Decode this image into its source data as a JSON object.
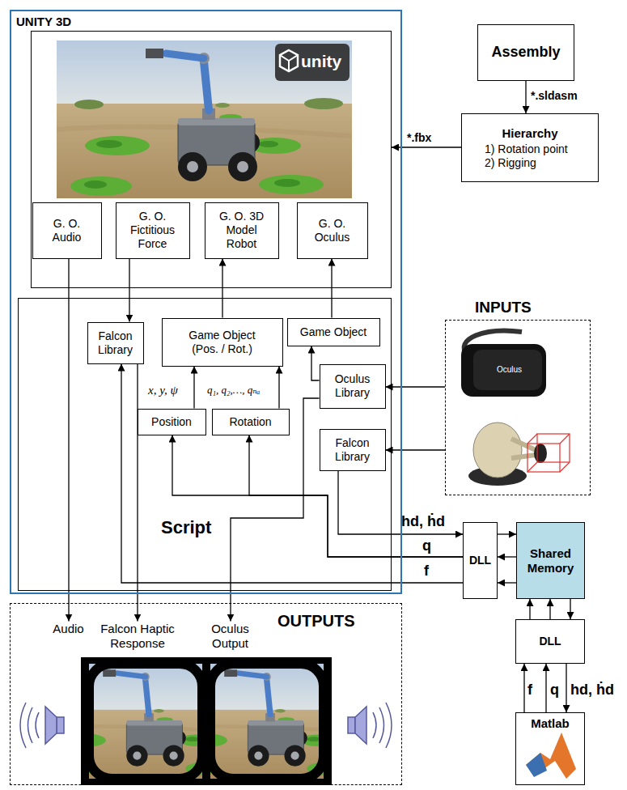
{
  "diagram": {
    "nodes": [
      {
        "text": [
          "UNITY 3D"
        ]
      },
      {
        "text": [],
        "in": 0
      },
      {
        "text": [
          "G. O. Audio"
        ],
        "in": 1
      },
      {
        "text": [
          "G. O. Fictitious Force"
        ],
        "in": 1
      },
      {
        "text": [
          "G. O. 3D Model Robot"
        ],
        "in": 1
      },
      {
        "text": [
          "G. O. Oculus"
        ],
        "in": 1
      },
      {
        "text": [
          "Script"
        ],
        "in": 0
      },
      {
        "text": [
          "Falcon Library"
        ],
        "in": 6
      },
      {
        "text": [
          "Game Object (Pos. / Rot.)"
        ],
        "in": 6
      },
      {
        "text": [
          "Game Object"
        ],
        "in": 6
      },
      {
        "text": [
          "Oculus Library"
        ],
        "in": 6
      },
      {
        "text": [
          "Position"
        ],
        "in": 6
      },
      {
        "text": [
          "Rotation"
        ],
        "in": 6
      },
      {
        "text": [
          "Falcon Library"
        ],
        "in": 6
      },
      {
        "text": [
          "Assembly"
        ]
      },
      {
        "text": [
          "Hierarchy",
          "1) Rotation point",
          "2) Rigging"
        ]
      },
      {
        "text": [
          "INPUTS"
        ]
      },
      {
        "text": [
          "DLL"
        ]
      },
      {
        "text": [
          "Shared Memory"
        ]
      },
      {
        "text": [
          "DLL"
        ]
      },
      {
        "text": [
          "Matlab"
        ]
      },
      {
        "text": [
          "OUTPUTS"
        ]
      },
      {
        "text": [
          "Audio"
        ],
        "in": 21
      },
      {
        "text": [
          "Falcon Haptic Response"
        ],
        "in": 21
      },
      {
        "text": [
          "Oculus Output"
        ],
        "in": 21
      }
    ],
    "edges": [
      {
        "from": 14,
        "to": 15,
        "arrow": "to",
        "label": "*.sldasm"
      },
      {
        "from": 15,
        "to": 1,
        "arrow": "to",
        "label": "*.fbx"
      },
      {
        "from": 2,
        "to": 22,
        "arrow": "to"
      },
      {
        "from": 3,
        "to": 7,
        "arrow": "to"
      },
      {
        "from": 8,
        "to": 4,
        "arrow": "to"
      },
      {
        "from": 9,
        "to": 5,
        "arrow": "to"
      },
      {
        "from": 11,
        "to": 8,
        "arrow": "to",
        "label": "x, y, ψ"
      },
      {
        "from": 12,
        "to": 8,
        "arrow": "to",
        "label": "q₁, q₂,…, qₙₐ"
      },
      {
        "from": 16,
        "to": 10,
        "arrow": "to"
      },
      {
        "from": 16,
        "to": 13,
        "arrow": "to"
      },
      {
        "from": 10,
        "to": 9,
        "arrow": "to"
      },
      {
        "from": 10,
        "to": 24,
        "arrow": "to"
      },
      {
        "from": 7,
        "to": 23,
        "arrow": "to"
      },
      {
        "from": 13,
        "to": 17,
        "arrow": "to",
        "label": "hd, ḣd"
      },
      {
        "from": 17,
        "to": 11,
        "arrow": "to",
        "label": "q"
      },
      {
        "from": 17,
        "to": 12,
        "arrow": "to"
      },
      {
        "from": 17,
        "to": 7,
        "arrow": "to",
        "label": "f"
      },
      {
        "from": 17,
        "to": 18,
        "arrow": "to"
      },
      {
        "from": 18,
        "to": 17,
        "arrow": "to"
      },
      {
        "from": 18,
        "to": 17,
        "arrow": "to"
      },
      {
        "from": 19,
        "to": 18,
        "arrow": "to"
      },
      {
        "from": 19,
        "to": 18,
        "arrow": "to"
      },
      {
        "from": 18,
        "to": 19,
        "arrow": "to"
      },
      {
        "from": 20,
        "to": 19,
        "arrow": "to",
        "label": "f"
      },
      {
        "from": 20,
        "to": 19,
        "arrow": "to",
        "label": "q"
      },
      {
        "from": 19,
        "to": 20,
        "arrow": "to",
        "label": "hd, ḣd"
      }
    ],
    "labels": [
      "unity",
      "Oculus"
    ]
  }
}
